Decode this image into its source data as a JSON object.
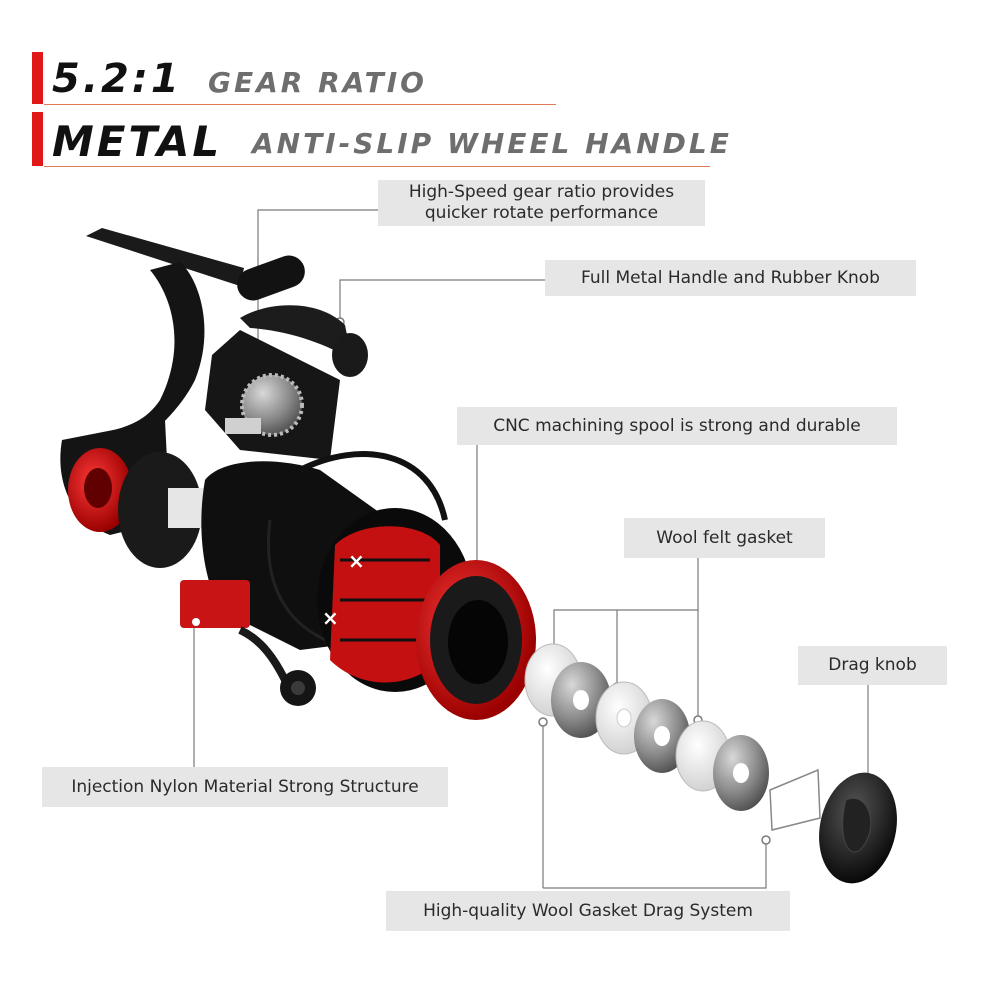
{
  "header": {
    "line1_big": "5.2:1",
    "line1_small": "GEAR RATIO",
    "line2_big": "METAL",
    "line2_small": "ANTI-SLIP WHEEL HANDLE"
  },
  "callouts": {
    "gear": "High-Speed gear ratio provides quicker rotate performance",
    "handle": "Full Metal Handle and Rubber Knob",
    "spool": "CNC machining spool is strong and durable",
    "wool": "Wool felt gasket",
    "drag": "Drag knob",
    "nylon": "Injection Nylon Material Strong Structure",
    "system": "High-quality Wool Gasket Drag System"
  },
  "colors": {
    "accent": "#e01818",
    "label_bg": "#e6e6e6",
    "reel_body": "#111111"
  }
}
